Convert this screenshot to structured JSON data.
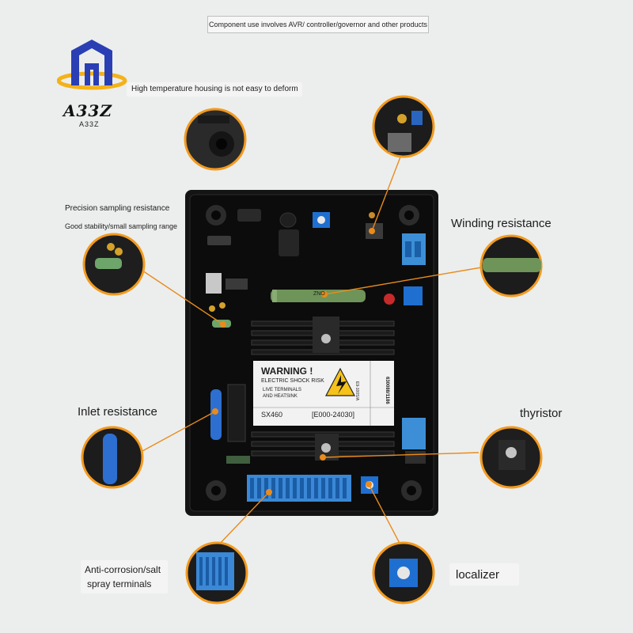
{
  "brand": {
    "logo_text": "A33Z",
    "logo_sub": "A33Z"
  },
  "banner": "Component use involves AVR/ controller/governor and other products",
  "labels": {
    "housing": "High temperature housing is not easy to deform",
    "precision": "Precision sampling resistance",
    "stability": "Good stability/small sampling range",
    "winding": "Winding resistance",
    "inlet": "Inlet resistance",
    "thyristor": "thyristor",
    "anticorrosion_1": "Anti-corrosion/salt",
    "anticorrosion_2": "spray terminals",
    "localizer": "localizer"
  },
  "warning": {
    "title": "WARNING !",
    "line1": "ELECTRIC SHOCK RISK",
    "line2": "LIVE TERMINALS",
    "line3": "AND HEATSINK",
    "model": "SX460",
    "code": "[E000-24030]",
    "side1": "E9-100S/A",
    "side2": "630088/1186"
  },
  "resistor_text": "ZNO",
  "colors": {
    "accent_orange": "#f39a1e",
    "board": "#111111",
    "callout_line": "#e98b1c",
    "logo_blue": "#2a3fb4",
    "logo_gold": "#f4b21a"
  }
}
